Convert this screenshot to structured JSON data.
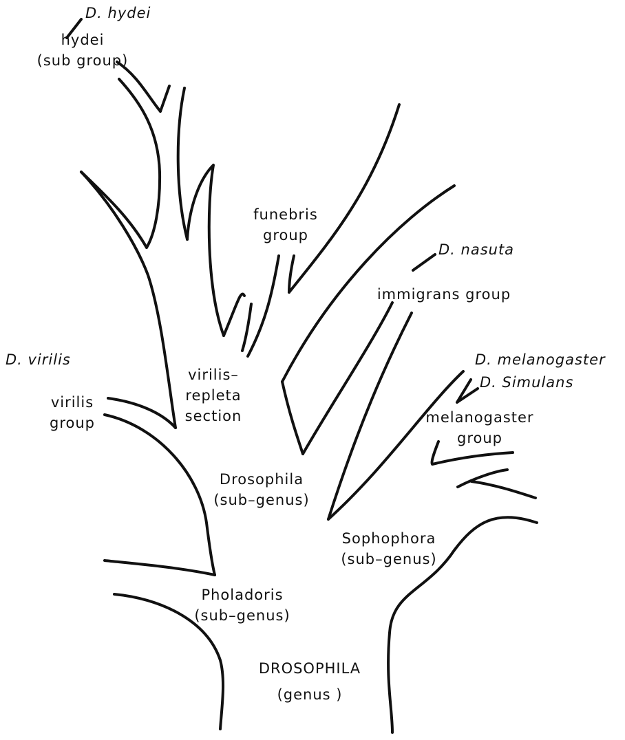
{
  "labels": {
    "hydei_subgroup": [
      "hydei",
      "(sub group)"
    ],
    "funebris_group": [
      "funebris",
      "group"
    ],
    "immigrans_group": [
      "immigrans group"
    ],
    "virilis_repleta": [
      "virilis–",
      "repleta",
      "section"
    ],
    "virilis_group": [
      "virilis",
      "group"
    ],
    "melanogaster_group": [
      "melanogaster",
      "group"
    ],
    "drosophila_subgenus": [
      "Drosophila",
      "(sub–genus)"
    ],
    "sophophora_subgenus": [
      "Sophophora",
      "(sub–genus)"
    ],
    "pholadoris_subgenus": [
      "Pholadoris",
      "(sub–genus)"
    ],
    "drosophila_genus": [
      "DROSOPHILA",
      "(genus )"
    ]
  },
  "species": {
    "hydei": "D. hydei",
    "nasuta": "D. nasuta",
    "virilis": "D. virilis",
    "melanogaster": "D. melanogaster",
    "simulans": "D. Simulans"
  }
}
